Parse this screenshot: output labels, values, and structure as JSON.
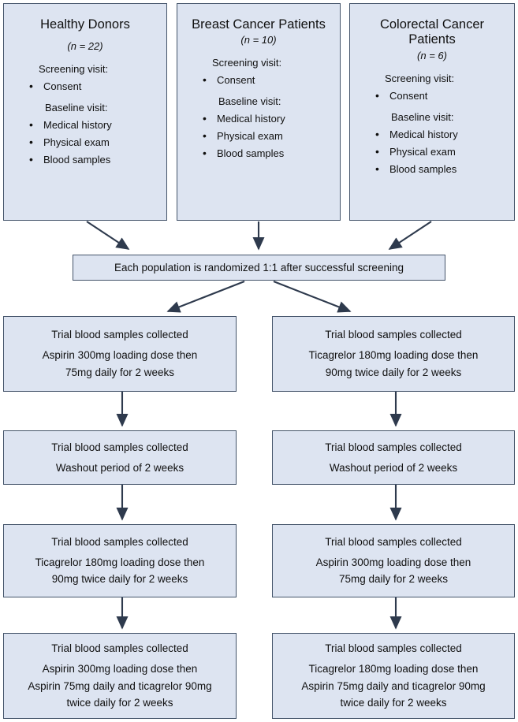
{
  "diagram": {
    "title": "Clinical trial flow diagram",
    "colors": {
      "box_fill": "#dde4f1",
      "box_border": "#44546a",
      "arrow": "#2e3a4d",
      "background": "#ffffff",
      "text": "#101010"
    }
  },
  "populations": [
    {
      "name": "Healthy Donors",
      "n_label": "(n = 22)",
      "screening_label": "Screening visit:",
      "screening_items": [
        "Consent"
      ],
      "baseline_label": "Baseline visit:",
      "baseline_items": [
        "Medical history",
        "Physical exam",
        "Blood samples"
      ]
    },
    {
      "name": "Breast Cancer Patients",
      "n_label": "(n = 10)",
      "screening_label": "Screening visit:",
      "screening_items": [
        "Consent"
      ],
      "baseline_label": "Baseline visit:",
      "baseline_items": [
        "Medical history",
        "Physical exam",
        "Blood samples"
      ]
    },
    {
      "name": "Colorectal Cancer Patients",
      "n_label": "(n = 6)",
      "screening_label": "Screening visit:",
      "screening_items": [
        "Consent"
      ],
      "baseline_label": "Baseline visit:",
      "baseline_items": [
        "Medical history",
        "Physical exam",
        "Blood samples"
      ]
    }
  ],
  "randomisation": {
    "text": "Each population is randomized 1:1 after successful screening"
  },
  "arms": {
    "left": [
      {
        "line1": "Trial blood samples collected",
        "line2": "Aspirin 300mg loading dose then",
        "line3": "75mg daily for 2 weeks"
      },
      {
        "line1": "Trial blood samples collected",
        "line2": "Washout period of 2 weeks"
      },
      {
        "line1": "Trial blood samples collected",
        "line2": "Ticagrelor 180mg loading dose then",
        "line3": "90mg twice daily for 2 weeks"
      },
      {
        "line1": "Trial blood samples collected",
        "line2": "Aspirin 300mg loading dose then",
        "line3": "Aspirin 75mg daily and ticagrelor 90mg",
        "line4": "twice daily for 2 weeks"
      }
    ],
    "right": [
      {
        "line1": "Trial blood samples collected",
        "line2": "Ticagrelor 180mg loading dose then",
        "line3": "90mg twice daily for 2 weeks"
      },
      {
        "line1": "Trial blood samples collected",
        "line2": "Washout period of 2 weeks"
      },
      {
        "line1": "Trial blood samples collected",
        "line2": "Aspirin 300mg loading dose then",
        "line3": "75mg daily for 2 weeks"
      },
      {
        "line1": "Trial blood samples collected",
        "line2": "Ticagrelor 180mg loading dose then",
        "line3": "Aspirin 75mg daily and ticagrelor 90mg",
        "line4": "twice daily for 2 weeks"
      }
    ]
  }
}
